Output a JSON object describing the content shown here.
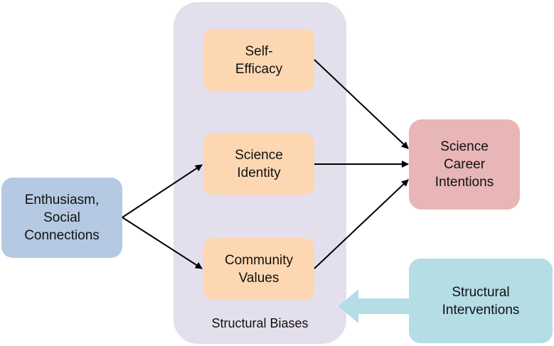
{
  "nodes": {
    "self_efficacy": "Self-\nEfficacy",
    "science_identity": "Science\nIdentity",
    "community_values": "Community\nValues",
    "enthusiasm": "Enthusiasm,\nSocial\nConnections",
    "career_intentions": "Science\nCareer\nIntentions",
    "interventions": "Structural\nInterventions"
  },
  "group": {
    "label": "Structural Biases"
  },
  "colors": {
    "group_bg": "#e4dfec",
    "mediator_box": "#fdd7b1",
    "input_box": "#b5c9e2",
    "outcome_box": "#e8b6b6",
    "intervention_box": "#b4dde6",
    "intervention_arrow": "#b4dde6"
  }
}
